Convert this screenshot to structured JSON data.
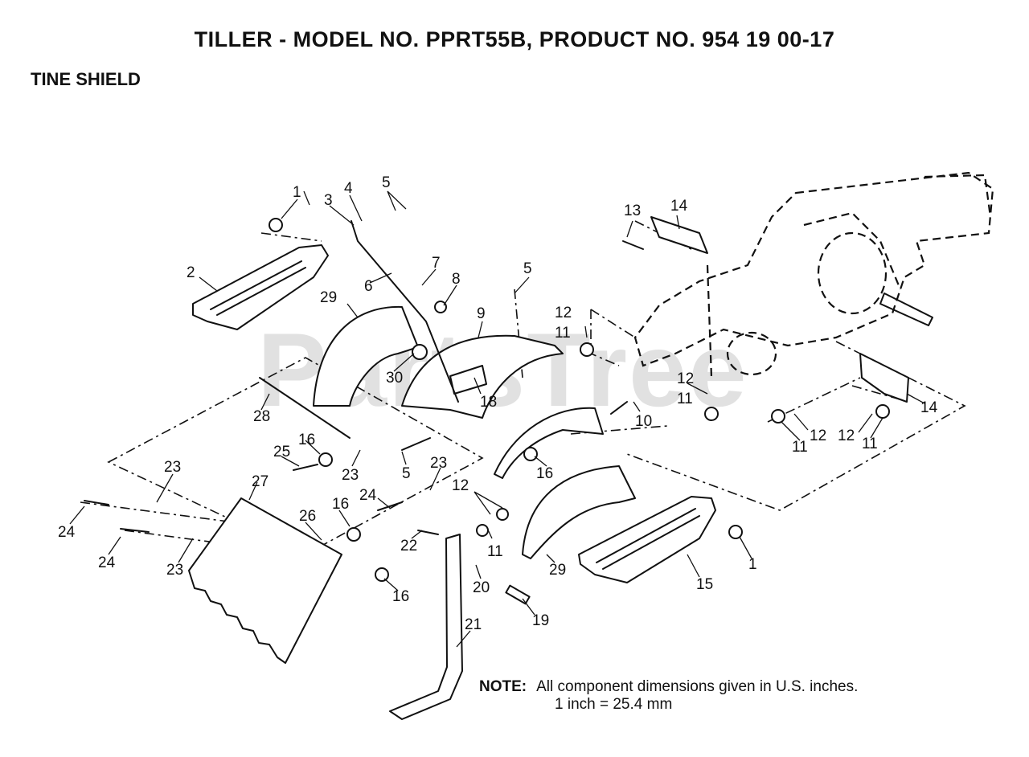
{
  "header": {
    "title": "TILLER - MODEL NO. PPRT55B, PRODUCT NO. 954 19 00-17",
    "section": "TINE SHIELD"
  },
  "watermark": "PartsTree",
  "note": {
    "label": "NOTE:",
    "line1": "All component dimensions given in U.S. inches.",
    "line2": "1 inch = 25.4 mm"
  },
  "callouts": [
    "1",
    "2",
    "3",
    "4",
    "5",
    "6",
    "7",
    "8",
    "9",
    "10",
    "11",
    "12",
    "13",
    "14",
    "15",
    "16",
    "18",
    "19",
    "20",
    "21",
    "22",
    "23",
    "24",
    "25",
    "26",
    "27",
    "28",
    "29",
    "30"
  ]
}
